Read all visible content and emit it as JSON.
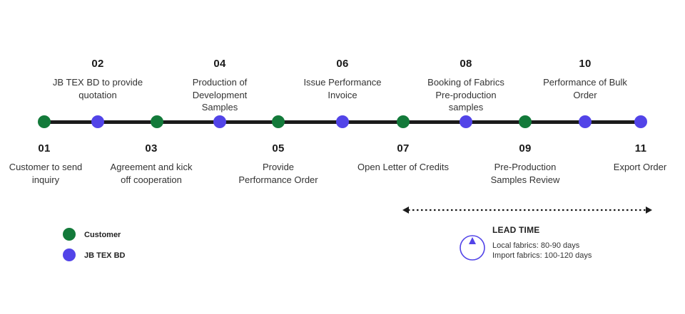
{
  "colors": {
    "customer": "#137a3a",
    "jbtex": "#5244e8",
    "line": "#1b1b1b"
  },
  "steps": [
    {
      "number": "01",
      "label": "Customer to send\ninquiry",
      "actor": "customer"
    },
    {
      "number": "02",
      "label": "JB TEX BD to provide\nquotation",
      "actor": "jbtex"
    },
    {
      "number": "03",
      "label": "Agreement and kick\noff cooperation",
      "actor": "customer"
    },
    {
      "number": "04",
      "label": "Production of\nDevelopment\nSamples",
      "actor": "jbtex"
    },
    {
      "number": "05",
      "label": "Provide\nPerformance Order",
      "actor": "customer"
    },
    {
      "number": "06",
      "label": "Issue Performance\nInvoice",
      "actor": "jbtex"
    },
    {
      "number": "07",
      "label": "Open Letter of Credits",
      "actor": "customer"
    },
    {
      "number": "08",
      "label": "Booking of Fabrics\nPre-production\nsamples",
      "actor": "jbtex"
    },
    {
      "number": "09",
      "label": "Pre-Production\nSamples Review",
      "actor": "customer"
    },
    {
      "number": "10",
      "label": "Performance of Bulk\nOrder",
      "actor": "jbtex"
    },
    {
      "number": "11",
      "label": "Export Order",
      "actor": "jbtex"
    }
  ],
  "legend": [
    {
      "label": "Customer",
      "actor": "customer"
    },
    {
      "label": "JB TEX BD",
      "actor": "jbtex"
    }
  ],
  "lead_time": {
    "title": "LEAD TIME",
    "lines": [
      "Local fabrics: 80-90 days",
      "Import fabrics: 100-120 days"
    ],
    "icon": "clock-icon"
  }
}
